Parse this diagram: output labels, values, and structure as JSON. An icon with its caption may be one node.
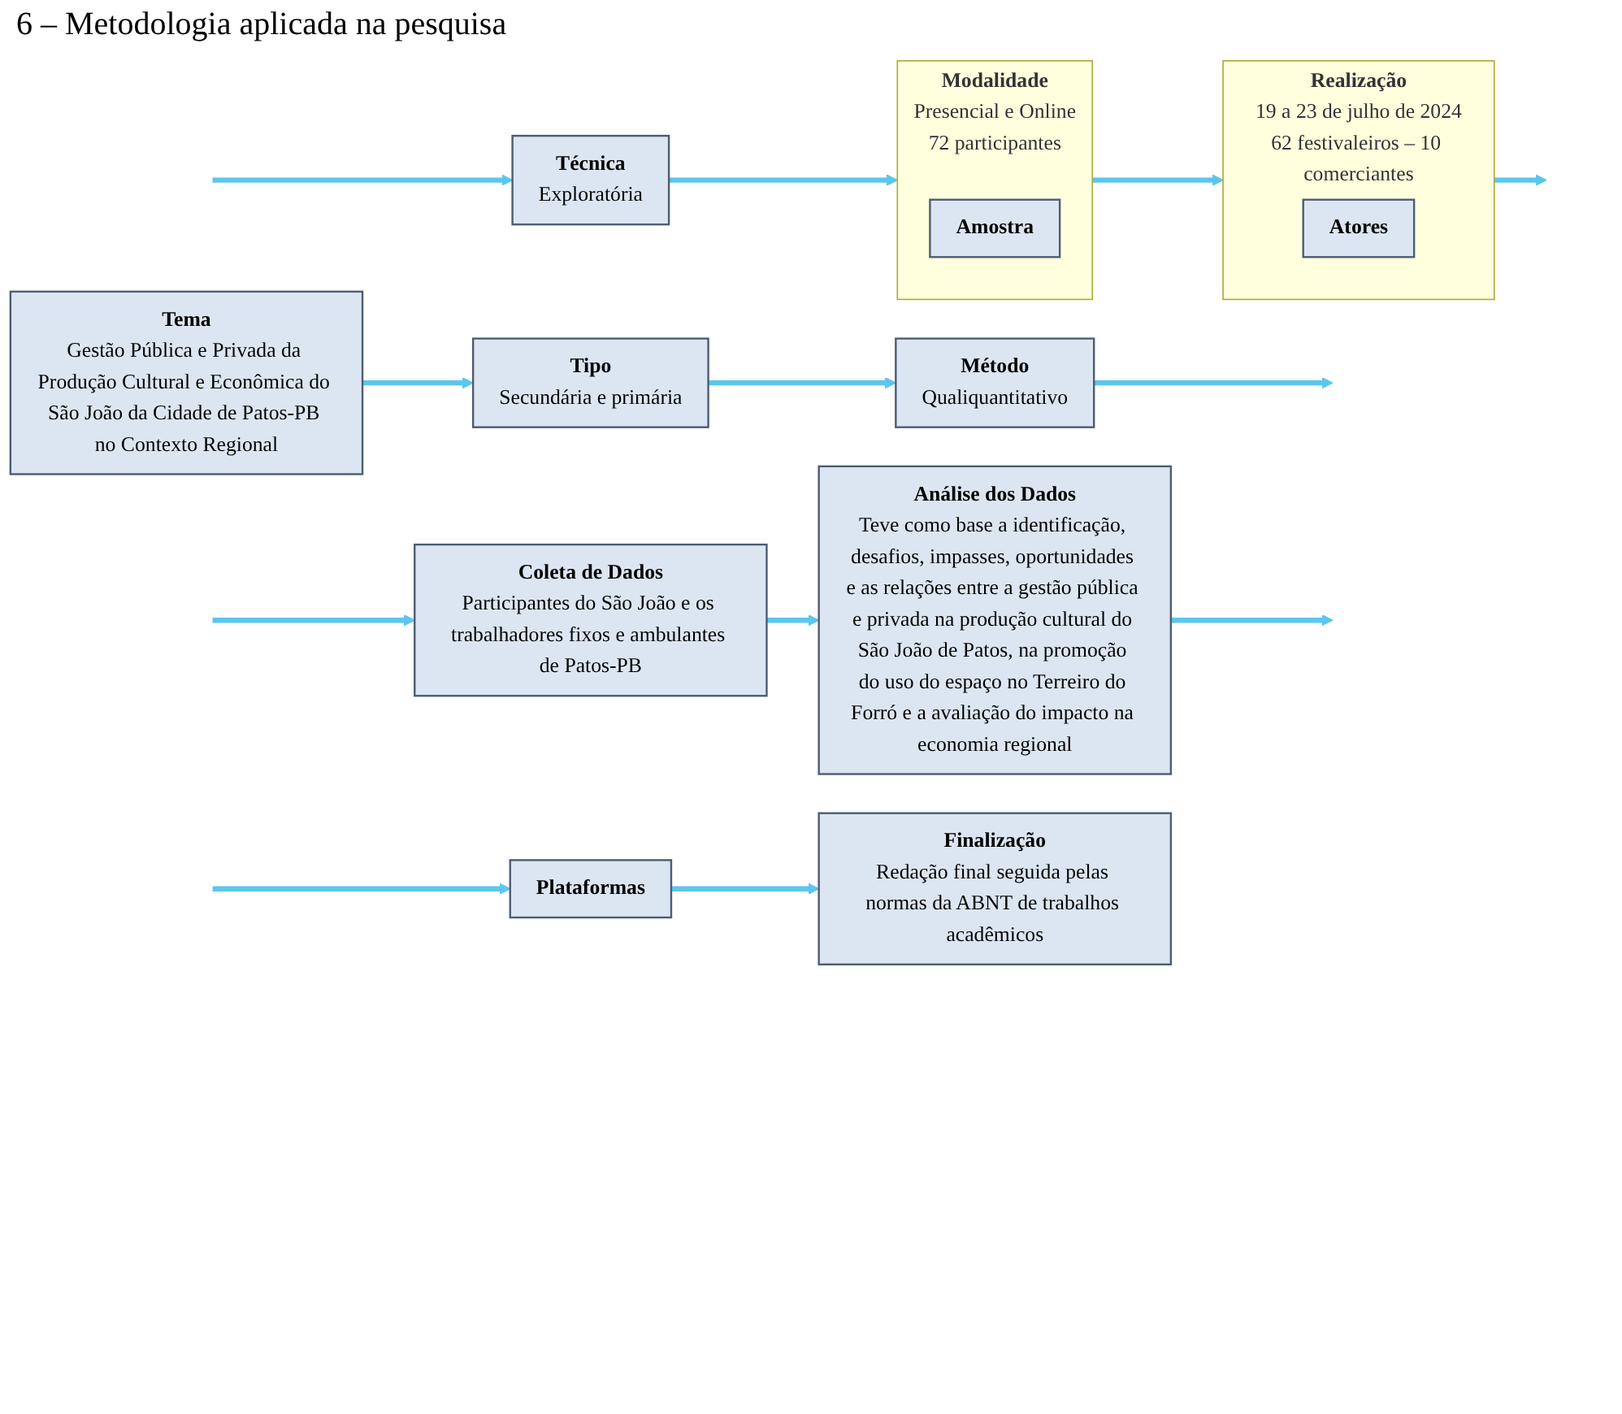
{
  "diagram": {
    "title": "6 – Metodologia aplicada na pesquisa",
    "nodes": [
      {
        "text": [
          "Tema",
          "Gestão Pública e Privada da Produção Cultural e Econômica do São João da Cidade de Patos-PB no Contexto Regional"
        ]
      },
      {
        "text": [
          "Tipo",
          "Secundária e primária"
        ]
      },
      {
        "text": [
          "Método",
          "Qualiquantitativo"
        ]
      },
      {
        "text": [
          "Técnica",
          "Exploratória"
        ]
      },
      {
        "text": [
          "Modalidade",
          "Presencial e Online",
          "72 participantes"
        ]
      },
      {
        "text": [
          "Amostra"
        ],
        "in": 4
      },
      {
        "text": [
          "Realização",
          "19 a 23 de julho de 2024",
          "62 festivaleiros – 10 comerciantes"
        ]
      },
      {
        "text": [
          "Atores"
        ],
        "in": 6
      },
      {
        "text": [
          "Coleta de Dados",
          "Participantes do São João e os trabalhadores fixos e ambulantes de Patos-PB"
        ]
      },
      {
        "text": [
          "Análise dos Dados",
          "Teve como base a identificação, desafios, impasses, oportunidades e as relações entre a gestão pública e privada na produção cultural do São João de Patos, na promoção do uso do espaço no Terreiro do Forró e a avaliação do impacto na economia regional"
        ]
      },
      {
        "text": [
          "Plataformas"
        ]
      },
      {
        "text": [
          "Finalização",
          "Redação final seguida pelas normas da ABNT de trabalhos acadêmicos"
        ]
      }
    ],
    "edges": [
      {
        "from": 0,
        "to": 1,
        "arrow": "to"
      },
      {
        "from": 1,
        "to": 2,
        "arrow": "to"
      },
      {
        "from": 2,
        "to": null,
        "arrow": "to"
      },
      {
        "from": null,
        "to": 3,
        "arrow": "to"
      },
      {
        "from": 3,
        "to": 4,
        "arrow": "to"
      },
      {
        "from": 4,
        "to": 6,
        "arrow": "to"
      },
      {
        "from": 6,
        "to": null,
        "arrow": "to"
      },
      {
        "from": null,
        "to": 8,
        "arrow": "to"
      },
      {
        "from": 8,
        "to": 9,
        "arrow": "to"
      },
      {
        "from": 9,
        "to": null,
        "arrow": "to"
      },
      {
        "from": null,
        "to": 10,
        "arrow": "to"
      },
      {
        "from": 10,
        "to": 11,
        "arrow": "to"
      }
    ]
  }
}
